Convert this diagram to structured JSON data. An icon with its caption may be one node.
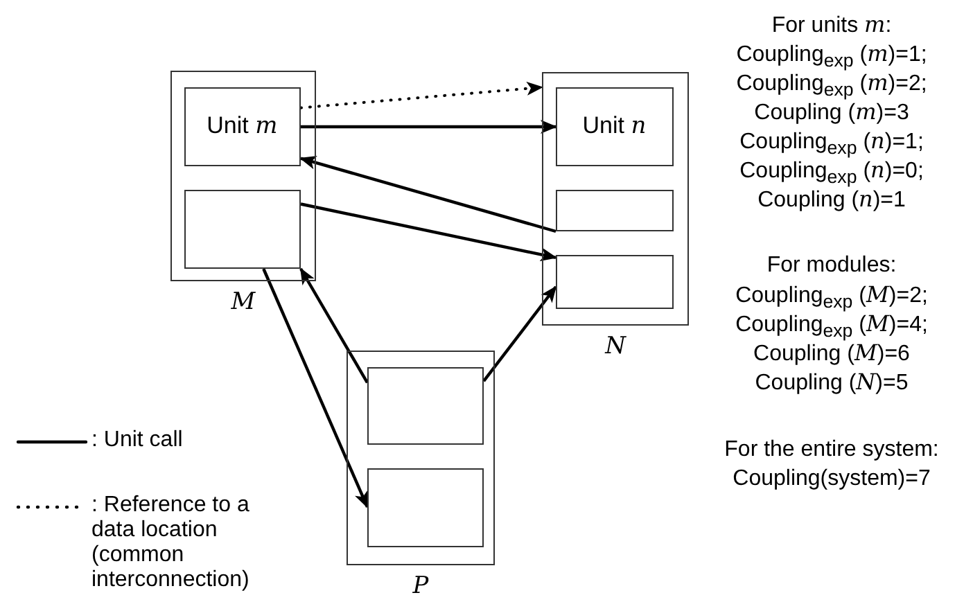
{
  "diagram": {
    "nodes": [
      {
        "text": [
          "M"
        ]
      },
      {
        "text": [
          "Unit *m*"
        ],
        "in": 0
      },
      {
        "text": [],
        "shape": "box",
        "in": 0
      },
      {
        "text": [
          "N"
        ]
      },
      {
        "text": [
          "Unit *n*"
        ],
        "in": 3
      },
      {
        "text": [],
        "shape": "box",
        "in": 3
      },
      {
        "text": [],
        "shape": "box",
        "in": 3
      },
      {
        "text": [
          "P"
        ]
      },
      {
        "text": [],
        "shape": "box",
        "in": 7
      },
      {
        "text": [],
        "shape": "box",
        "in": 7
      }
    ],
    "edges": [
      {
        "from": 1,
        "to": 3,
        "arrow": "to",
        "style": "dashed"
      },
      {
        "from": 1,
        "to": 4,
        "arrow": "to"
      },
      {
        "from": 5,
        "to": 1,
        "arrow": "to"
      },
      {
        "from": 2,
        "to": 6,
        "arrow": "to"
      },
      {
        "from": 8,
        "to": 2,
        "arrow": "to"
      },
      {
        "from": 2,
        "to": 9,
        "arrow": "to"
      },
      {
        "from": 8,
        "to": 6,
        "arrow": "to"
      }
    ],
    "labels": [
      "For units *m*:",
      "Coupling$_{exp}$ (*m*)=1;",
      "Coupling$_{exp}$ (*m*)=2;",
      "Coupling (*m*)=3",
      "Coupling$_{exp}$ (*n*)=1;",
      "Coupling$_{exp}$ (*n*)=0;",
      "Coupling (*n*)=1",
      "For modules:",
      "Coupling$_{exp}$ (*M*)=2;",
      "Coupling$_{exp}$ (*M*)=4;",
      "Coupling (*M*)=6",
      "Coupling (*N*)=5",
      "For the entire system:",
      "Coupling(system)=7"
    ],
    "legend": [
      {
        "text": ": Unit call"
      },
      {
        "text": ": Reference to a data location (common interconnection)"
      }
    ]
  }
}
